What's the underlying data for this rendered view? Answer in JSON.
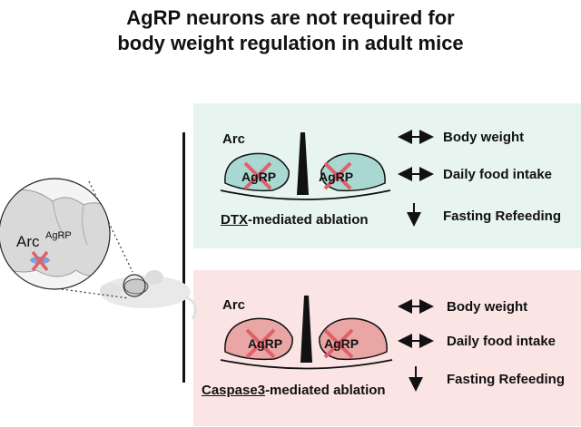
{
  "title": {
    "line1": "AgRP neurons are not required for",
    "line2": "body weight regulation in adult mice"
  },
  "inset": {
    "arc_label": "Arc",
    "arc_superscript": "AgRP"
  },
  "panels": [
    {
      "region_label": "Arc",
      "left_nucleus": "AgRP",
      "right_nucleus": "AgRP",
      "method_underlined": "DTX",
      "method_rest": "-mediated ablation",
      "outcomes": [
        "Body weight",
        "Daily food intake",
        "Fasting Refeeding"
      ],
      "fill_color": "#a9d8d3",
      "background_color": "#e8f4f0"
    },
    {
      "region_label": "Arc",
      "left_nucleus": "AgRP",
      "right_nucleus": "AgRP",
      "method_underlined": "Caspase3",
      "method_rest": "-mediated ablation",
      "outcomes": [
        "Body weight",
        "Daily food intake",
        "Fasting Refeeding"
      ],
      "fill_color": "#eaa5a5",
      "background_color": "#fbe4e4"
    }
  ],
  "colors": {
    "cross": "#e0606a",
    "text": "#111111"
  }
}
